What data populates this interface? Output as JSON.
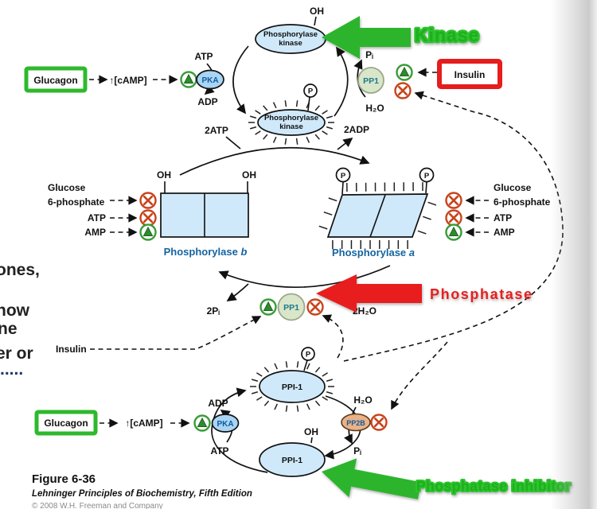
{
  "molecules": {
    "oh": "OH",
    "p": "P",
    "atp": "ATP",
    "adp": "ADP",
    "two_atp": "2ATP",
    "two_adp": "2ADP",
    "pi": "Pᵢ",
    "two_pi": "2Pᵢ",
    "h2o": "H₂O",
    "two_h2o": "2H₂O",
    "amp": "AMP",
    "glucose": "Glucose",
    "six_phosphate": "6-phosphate",
    "camp": "↑[cAMP]"
  },
  "enzymes": {
    "phosphorylase": "Phosphorylase",
    "kinase": "kinase",
    "b": "b",
    "a": "a",
    "pka": "PKA",
    "pp1": "PP1",
    "pp2b": "PP2B",
    "ppi1": "PPI-1"
  },
  "hormones": {
    "glucagon": "Glucagon",
    "insulin": "Insulin"
  },
  "annotations": {
    "kinase": "Kinase",
    "phosphatase": "Phosphatase",
    "phosphatase_inhibitor": "Phosphatase inhibitor",
    "green": "#2cc42c",
    "red": "#e81e1e"
  },
  "caption": {
    "figure": "Figure 6-36",
    "source": "Lehninger Principles of Biochemistry, Fifth Edition",
    "copyright": "© 2008 W.H. Freeman and Company"
  },
  "side_text": {
    "f1": "ones,",
    "f2": "now",
    "f3": "ne",
    "f4": "er or",
    "f5": "....."
  },
  "colors": {
    "enzyme_fill": "#cfe9fa",
    "pka_fill": "#a9d5f5",
    "pp1_fill": "#d9e6c9",
    "pp2b_fill": "#e9b287",
    "activate_green": "#2e8b2e",
    "inhibit_red": "#c8441c",
    "label_blue": "#1464a0"
  }
}
